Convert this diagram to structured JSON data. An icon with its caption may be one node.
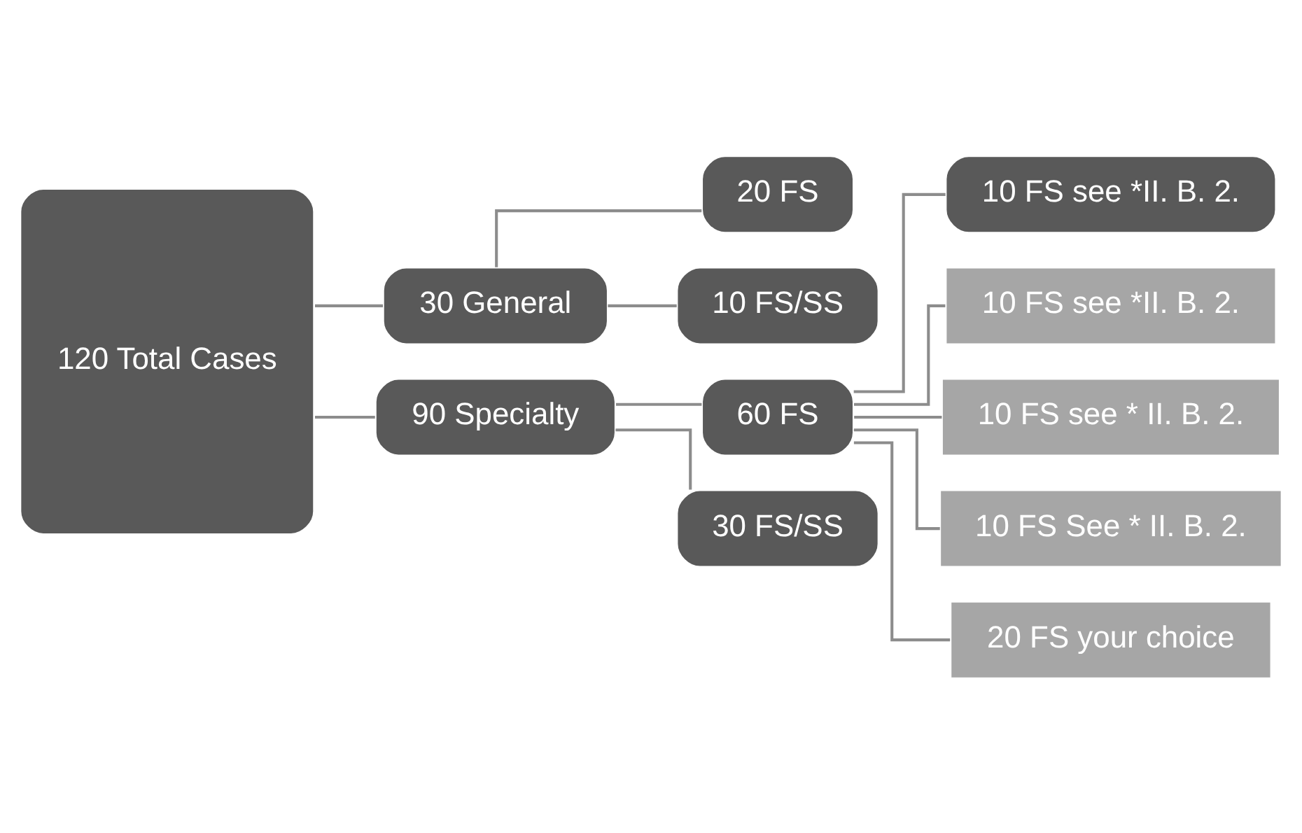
{
  "diagram": {
    "nodes": [
      {
        "text": [
          "120 Total Cases"
        ]
      },
      {
        "text": [
          "30 General"
        ]
      },
      {
        "text": [
          "20 FS"
        ]
      },
      {
        "text": [
          "10 FS/SS"
        ]
      },
      {
        "text": [
          "90 Specialty"
        ]
      },
      {
        "text": [
          "60 FS"
        ]
      },
      {
        "text": [
          "30 FS/SS"
        ]
      },
      {
        "text": [
          "10 FS see *II. B. 2."
        ]
      },
      {
        "text": [
          "10 FS see *II. B. 2."
        ]
      },
      {
        "text": [
          "10 FS see * II. B. 2."
        ]
      },
      {
        "text": [
          "10 FS See * II. B. 2."
        ]
      },
      {
        "text": [
          "20 FS your choice"
        ]
      }
    ],
    "edges": [
      {
        "from": 0,
        "to": 1,
        "arrow": "none"
      },
      {
        "from": 0,
        "to": 4,
        "arrow": "none"
      },
      {
        "from": 1,
        "to": 2,
        "arrow": "none"
      },
      {
        "from": 1,
        "to": 3,
        "arrow": "none"
      },
      {
        "from": 4,
        "to": 5,
        "arrow": "none"
      },
      {
        "from": 4,
        "to": 6,
        "arrow": "none"
      },
      {
        "from": 5,
        "to": 7,
        "arrow": "none"
      },
      {
        "from": 5,
        "to": 8,
        "arrow": "none"
      },
      {
        "from": 5,
        "to": 9,
        "arrow": "none"
      },
      {
        "from": 5,
        "to": 10,
        "arrow": "none"
      },
      {
        "from": 5,
        "to": 11,
        "arrow": "none"
      }
    ]
  }
}
